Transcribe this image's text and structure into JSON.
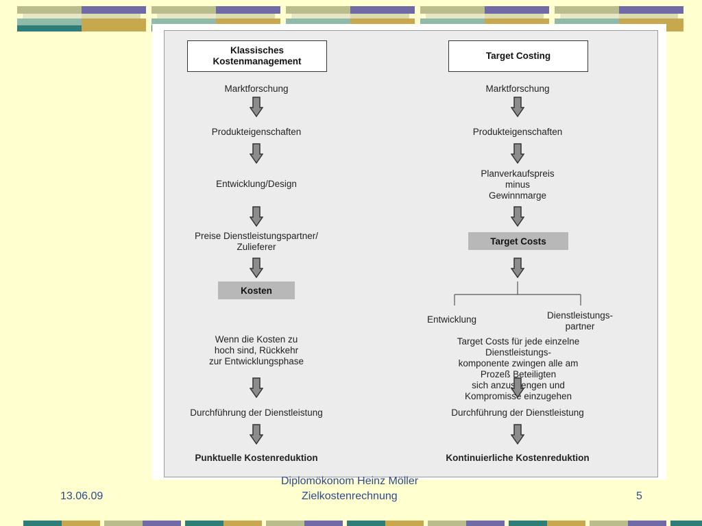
{
  "left": {
    "header": "Klassisches\nKostenmanagement",
    "step1": "Marktforschung",
    "step2": "Produkteigenschaften",
    "step3": "Entwicklung/Design",
    "step4": "Preise Dienstleistungspartner/\nZulieferer",
    "box": "Kosten",
    "step5": "Wenn die Kosten zu\nhoch sind, Rückkehr\nzur Entwicklungsphase",
    "step6": "Durchführung der Dienstleistung",
    "result": "Punktuelle Kostenreduktion"
  },
  "right": {
    "header": "Target Costing",
    "step1": "Marktforschung",
    "step2": "Produkteigenschaften",
    "step3": "Planverkaufspreis\nminus\nGewinnmarge",
    "box": "Target Costs",
    "branch_left": "Entwicklung",
    "branch_right": "Dienstleistungs-\npartner",
    "step4": "Target Costs für jede einzelne Dienstleistungs-\nkomponente zwingen alle am Prozeß Beteiligten\nsich anzustrengen und Kompromisse einzugehen",
    "step5": "Durchführung der Dienstleistung",
    "result": "Kontinuierliche Kostenreduktion"
  },
  "footer": {
    "date": "13.06.09",
    "author": "Diplomökonom Heinz Möller",
    "title": "Zielkostenrechnung",
    "page": "5"
  },
  "colors": {
    "background": "#ffffd0",
    "deco_teal": "#2e7d76",
    "deco_purple": "#6f6aa6",
    "deco_gold": "#c8a84e",
    "deco_olive": "#b9bc8c",
    "footer_text": "#2d4a8c"
  }
}
